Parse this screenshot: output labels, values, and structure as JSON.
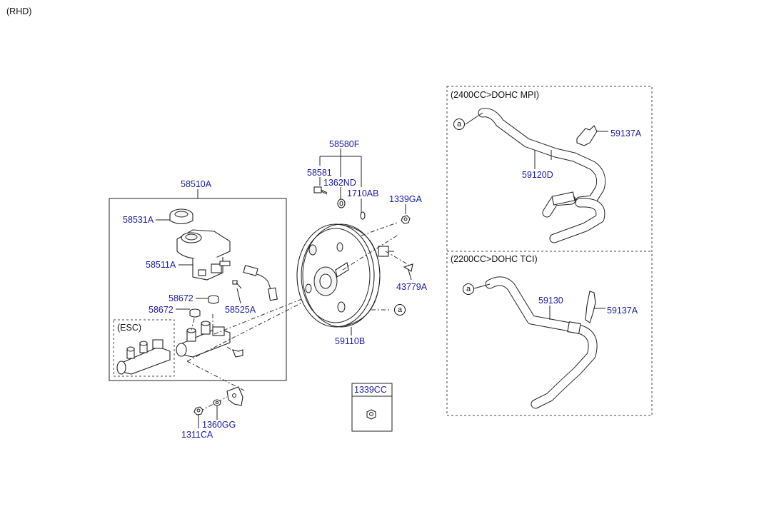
{
  "header": {
    "variant": "(RHD)"
  },
  "groups": {
    "mpi_title": "(2400CC>DOHC MPI)",
    "tci_title": "(2200CC>DOHC TCI)",
    "esc_title": "(ESC)",
    "ref_marker": "a"
  },
  "parts": {
    "p58510A": "58510A",
    "p58531A": "58531A",
    "p58511A": "58511A",
    "p58672a": "58672",
    "p58672b": "58672",
    "p58525A": "58525A",
    "p58580F": "58580F",
    "p58581": "58581",
    "p1362ND": "1362ND",
    "p1710AB": "1710AB",
    "p1339GA": "1339GA",
    "p43779A": "43779A",
    "p59110B": "59110B",
    "p1339CC": "1339CC",
    "p1360GG": "1360GG",
    "p1311CA": "1311CA",
    "p59137A_a": "59137A",
    "p59120D": "59120D",
    "p59130": "59130",
    "p59137A_b": "59137A"
  }
}
